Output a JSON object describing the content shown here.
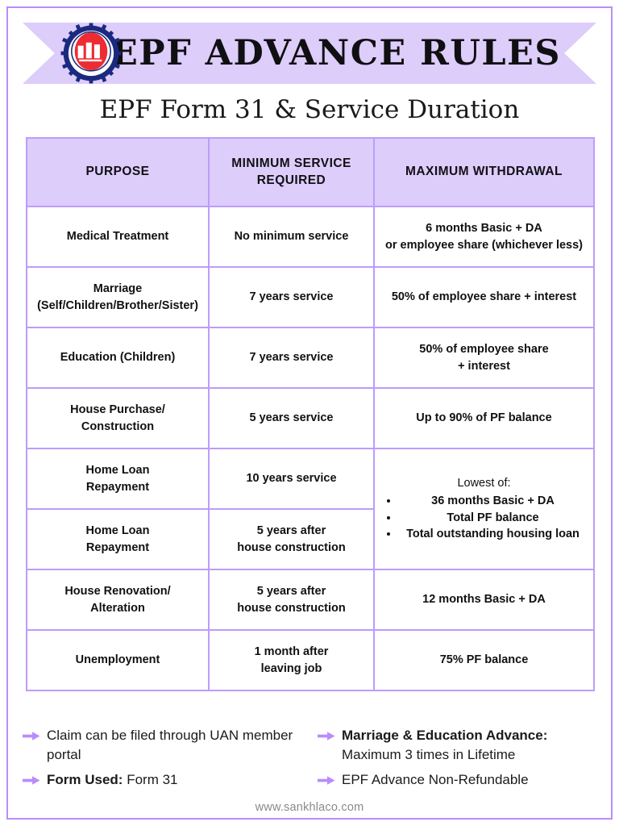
{
  "page": {
    "accent_purple": "#b98cfb",
    "banner_fill": "#ddcdfb",
    "border_color": "#bd9cfc"
  },
  "header": {
    "logo_name": "epfo-logo",
    "title": "EPF ADVANCE RULES",
    "subtitle": "EPF Form 31 & Service Duration"
  },
  "table": {
    "columns": [
      "PURPOSE",
      "MINIMUM SERVICE REQUIRED",
      "MAXIMUM WITHDRAWAL"
    ],
    "rows": [
      {
        "purpose": "Medical Treatment",
        "service": "No minimum service",
        "maximum": "6 months Basic + DA\nor employee share (whichever less)"
      },
      {
        "purpose": "Marriage\n(Self/Children/Brother/Sister)",
        "service": "7 years service",
        "maximum": "50% of employee share + interest"
      },
      {
        "purpose": "Education (Children)",
        "service": "7 years service",
        "maximum": "50% of employee share\n+ interest"
      },
      {
        "purpose": "House Purchase/\nConstruction",
        "service": "5 years service",
        "maximum": "Up to 90% of PF balance"
      },
      {
        "purpose": "Home Loan\nRepayment",
        "service": "10 years service",
        "maximum_merged": {
          "lead": "Lowest of:",
          "bullets": [
            "36 months Basic + DA",
            "Total PF balance",
            "Total outstanding housing loan"
          ]
        }
      },
      {
        "purpose": "Home Loan\nRepayment",
        "service": "5 years after\nhouse construction"
      },
      {
        "purpose": "House Renovation/\nAlteration",
        "service": "5 years after\nhouse construction",
        "maximum": "12 months Basic + DA"
      },
      {
        "purpose": "Unemployment",
        "service": "1 month after\nleaving job",
        "maximum": "75% PF balance"
      }
    ]
  },
  "notes": {
    "left": [
      {
        "bold": "",
        "text": "Claim can be filed through UAN member portal"
      },
      {
        "bold": "Form Used:",
        "text": " Form 31"
      }
    ],
    "right": [
      {
        "bold": "Marriage & Education Advance:",
        "text": " Maximum 3 times in Lifetime"
      },
      {
        "bold": "",
        "text": "EPF Advance Non-Refundable"
      }
    ]
  },
  "footer": {
    "website": "www.sankhlaco.com"
  }
}
